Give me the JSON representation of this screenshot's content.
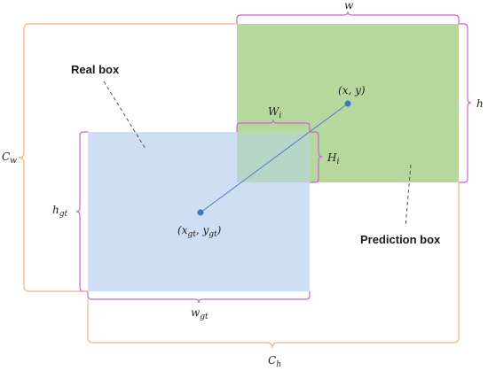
{
  "labels": {
    "real_box": "Real box",
    "prediction_box": "Prediction box"
  },
  "dimensions": {
    "w": {
      "main": "w",
      "sub": ""
    },
    "h": {
      "main": "h",
      "sub": ""
    },
    "W_i": {
      "main": "W",
      "sub": "i"
    },
    "H_i": {
      "main": "H",
      "sub": "i"
    },
    "h_gt": {
      "main": "h",
      "sub": "gt"
    },
    "w_gt": {
      "main": "w",
      "sub": "gt"
    },
    "C_w": {
      "main": "C",
      "sub": "w"
    },
    "C_h": {
      "main": "C",
      "sub": "h"
    }
  },
  "points": {
    "prediction_center": {
      "open": "(",
      "a": "x",
      "sep": ", ",
      "b": "y",
      "close": ")"
    },
    "real_center": {
      "open": "(",
      "a": "x",
      "a_sub": "gt",
      "sep": ", ",
      "b": "y",
      "b_sub": "gt",
      "close": ")"
    }
  },
  "colors": {
    "prediction_fill": "#a9d18e",
    "real_fill": "#c5d9f1",
    "intersection_fill": "#b7d6c8",
    "bracket_magenta": "#cc66cc",
    "bracket_orange": "#f4b183",
    "center_line": "#4f81bd",
    "center_dot": "#4472c4"
  }
}
